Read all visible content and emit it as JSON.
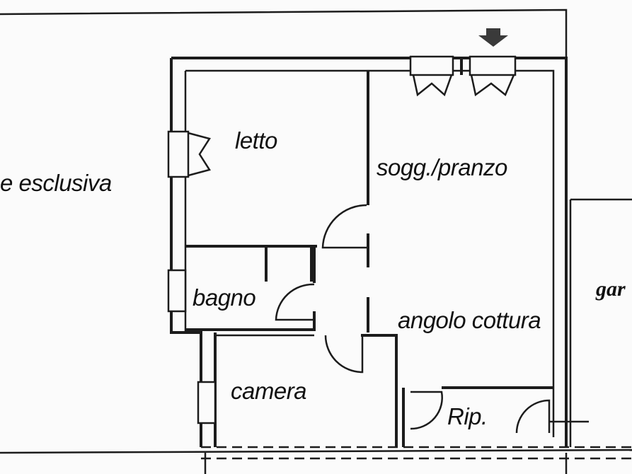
{
  "rooms": {
    "letto": "letto",
    "soggiorno": "sogg./pranzo",
    "bagno": "bagno",
    "cottura": "angolo cottura",
    "camera": "camera",
    "ripostiglio": "Rip.",
    "giardino": "e esclusiva",
    "garage": "gar"
  },
  "icons": {
    "entrance": "entrance-arrow-icon"
  }
}
